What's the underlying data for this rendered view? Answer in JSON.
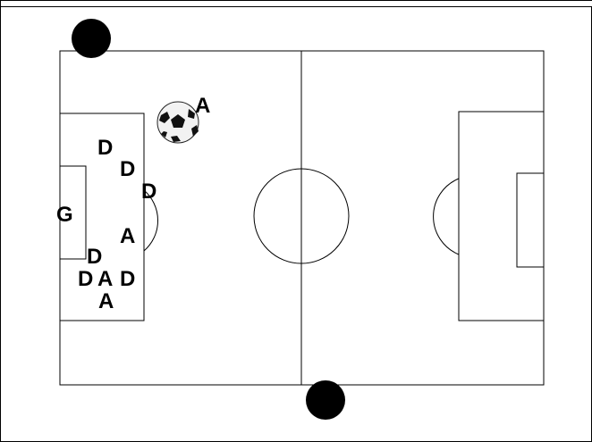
{
  "diagram": {
    "colors": {
      "lines": "#000000",
      "pitch": "#ffffff",
      "marker": "#000000",
      "ball_dark": "#111111",
      "ball_light": "#f2f2f2"
    },
    "player_labels": {
      "attacker_top": "A",
      "defender_1": "D",
      "defender_2": "D",
      "defender_3": "D",
      "goalkeeper": "G",
      "attacker_mid": "A",
      "defender_4": "D",
      "defender_5": "D",
      "attacker_box": "A",
      "defender_6": "D",
      "attacker_bottom": "A"
    },
    "ball_icon": "soccer-ball-icon",
    "corner_marker_icon": "black-circle-icon",
    "sideline_marker_icon": "black-circle-icon"
  }
}
